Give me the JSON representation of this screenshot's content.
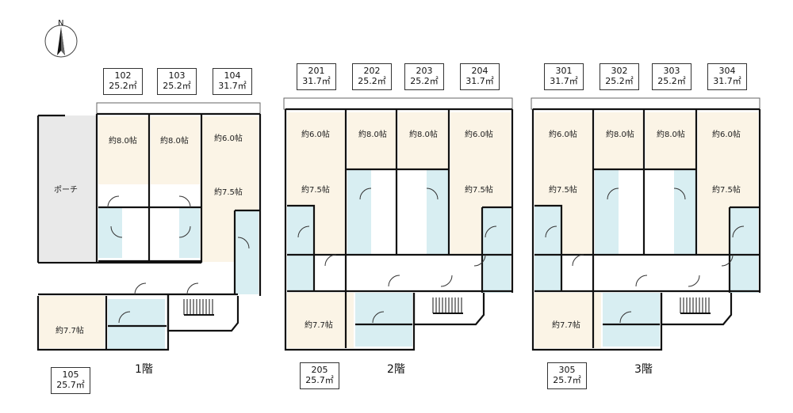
{
  "compass": {
    "label": "N",
    "icon": "north-arrow-icon"
  },
  "colors": {
    "wall": "#111111",
    "room": "#fbf4e6",
    "wet": "#d8eef2",
    "porch": "#e9e9e9"
  },
  "floors": [
    {
      "label": "1階",
      "units": [
        {
          "number": "102",
          "area": "25.2㎡"
        },
        {
          "number": "103",
          "area": "25.2㎡"
        },
        {
          "number": "104",
          "area": "31.7㎡"
        },
        {
          "number": "105",
          "area": "25.7㎡"
        }
      ],
      "rooms": [
        "約8.0帖",
        "約8.0帖",
        "約6.0帖",
        "約7.5帖",
        "約7.7帖"
      ],
      "porch": "ポーチ"
    },
    {
      "label": "2階",
      "units": [
        {
          "number": "201",
          "area": "31.7㎡"
        },
        {
          "number": "202",
          "area": "25.2㎡"
        },
        {
          "number": "203",
          "area": "25.2㎡"
        },
        {
          "number": "204",
          "area": "31.7㎡"
        },
        {
          "number": "205",
          "area": "25.7㎡"
        }
      ],
      "rooms": [
        "約6.0帖",
        "約8.0帖",
        "約8.0帖",
        "約6.0帖",
        "約7.5帖",
        "約7.5帖",
        "約7.7帖"
      ]
    },
    {
      "label": "3階",
      "units": [
        {
          "number": "301",
          "area": "31.7㎡"
        },
        {
          "number": "302",
          "area": "25.2㎡"
        },
        {
          "number": "303",
          "area": "25.2㎡"
        },
        {
          "number": "304",
          "area": "31.7㎡"
        },
        {
          "number": "305",
          "area": "25.7㎡"
        }
      ],
      "rooms": [
        "約6.0帖",
        "約8.0帖",
        "約8.0帖",
        "約6.0帖",
        "約7.5帖",
        "約7.5帖",
        "約7.7帖"
      ]
    }
  ]
}
